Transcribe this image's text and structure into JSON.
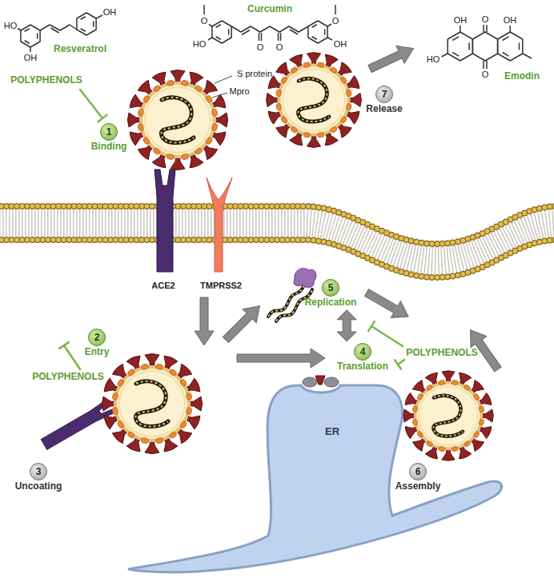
{
  "diagram": {
    "nodes": [
      {
        "text": [
          "1",
          "Binding"
        ]
      },
      {
        "text": [
          "2",
          "Entry"
        ]
      },
      {
        "text": [
          "3",
          "Uncoating"
        ]
      },
      {
        "text": [
          "4",
          "Translation"
        ]
      },
      {
        "text": [
          "5",
          "Replication"
        ]
      },
      {
        "text": [
          "6",
          "Assembly"
        ]
      },
      {
        "text": [
          "7",
          "Release"
        ]
      }
    ],
    "edges": [
      {
        "from": 4,
        "to": 3,
        "arrow": "both"
      }
    ],
    "labels": [
      "HO",
      "OH",
      "OH",
      "Resveratrol",
      "O",
      "HO",
      "O",
      "O",
      "O",
      "OH",
      "Curcumin",
      "OH",
      "O",
      "OH",
      "HO",
      "O",
      "Emodin",
      "POLYPHENOLS",
      "S protein",
      "Mpro",
      "ACE2",
      "TMPRSS2",
      "POLYPHENOLS",
      "POLYPHENOLS",
      "ER"
    ]
  }
}
